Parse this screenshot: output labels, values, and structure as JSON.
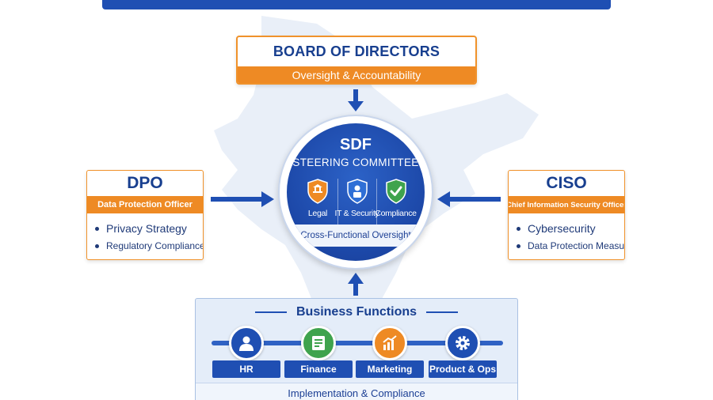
{
  "board": {
    "title": "BOARD OF DIRECTORS",
    "subtitle": "Oversight & Accountability"
  },
  "steering": {
    "title": "SDF",
    "subtitle": "STEERING COMMITTEE",
    "members": [
      {
        "label": "Legal",
        "icon": "legal-shield-icon",
        "color": "#ee8a24"
      },
      {
        "label": "IT & Security",
        "icon": "security-shield-icon",
        "color": "#1f4fb3"
      },
      {
        "label": "Compliance",
        "icon": "compliance-shield-icon",
        "color": "#3fa34d"
      }
    ],
    "footer": "Cross-Functional Oversight"
  },
  "dpo": {
    "title": "DPO",
    "subtitle": "Data Protection Officer",
    "items": [
      "Privacy Strategy",
      "Regulatory Compliance"
    ]
  },
  "ciso": {
    "title": "CISO",
    "subtitle": "Chief Information Security Officer",
    "items": [
      "Cybersecurity",
      "Data Protection Measures"
    ]
  },
  "business": {
    "title": "Business Functions",
    "functions": [
      {
        "label": "HR",
        "icon": "person-icon",
        "color": "#1f4fb3"
      },
      {
        "label": "Finance",
        "icon": "document-icon",
        "color": "#3fa34d"
      },
      {
        "label": "Marketing",
        "icon": "growth-chart-icon",
        "color": "#ee8a24"
      },
      {
        "label": "Product & Ops",
        "icon": "gear-icon",
        "color": "#1f4fb3"
      }
    ],
    "footer": "Implementation & Compliance"
  },
  "colors": {
    "primary_blue": "#1f4fb3",
    "accent_orange": "#ee8a24",
    "accent_green": "#3fa34d",
    "map_background": "#e9eff8"
  }
}
